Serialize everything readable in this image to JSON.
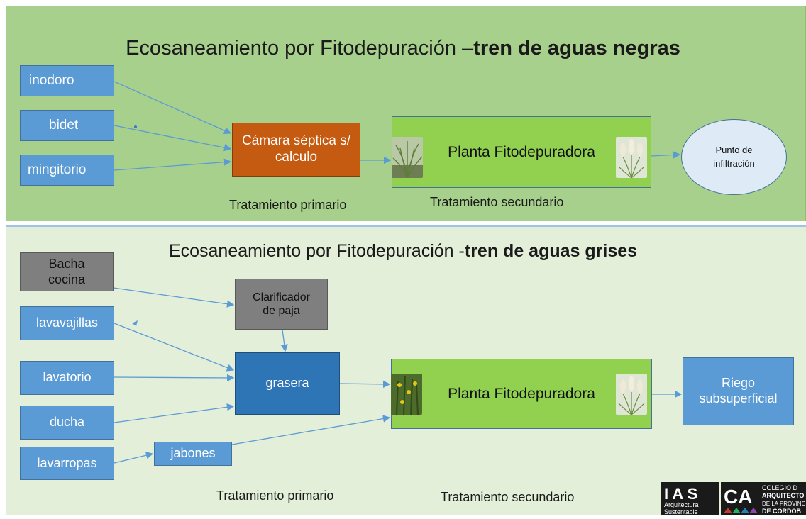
{
  "top": {
    "title_normal": "Ecosaneamiento por Fitodepuración –",
    "title_bold": "tren de aguas negras",
    "sources": [
      "inodoro",
      "bidet",
      "mingitorio"
    ],
    "septic": "Cámara séptica s/ calculo",
    "planta": "Planta Fitodepuradora",
    "punto": "Punto de infiltración",
    "primario": "Tratamiento primario",
    "secundario": "Tratamiento secundario"
  },
  "bottom": {
    "title_normal": "Ecosaneamiento por Fitodepuración -",
    "title_bold": "tren de aguas grises",
    "bacha": "Bacha cocina",
    "sources": [
      "lavavajillas",
      "lavatorio",
      "ducha",
      "lavarropas"
    ],
    "clarificador": "Clarificador de paja",
    "grasera": "grasera",
    "jabones": "jabones",
    "planta": "Planta Fitodepuradora",
    "riego": "Riego subsuperficial",
    "primario": "Tratamiento primario",
    "secundario": "Tratamiento secundario"
  },
  "logo": {
    "ias": "I A S",
    "ias_sub1": "Arquitectura",
    "ias_sub2": "Sustentable",
    "ca": "CA",
    "colegio_line1": "COLEGIO D",
    "colegio_line2": "ARQUITECTO",
    "colegio_line3": "DE LA PROVINC",
    "colegio_line4": "DE CÓRDOB"
  },
  "colors": {
    "panel_top": "#a8d08d",
    "panel_bottom": "#e3efd9",
    "box_blue": "#5b9bd5",
    "box_orange": "#c55a11",
    "box_green": "#92d050",
    "box_gray": "#7f7f7f",
    "arrow": "#5b9bd5"
  }
}
